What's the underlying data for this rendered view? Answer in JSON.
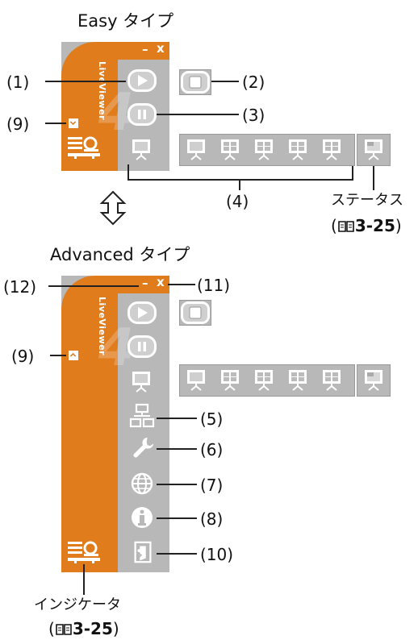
{
  "headings": {
    "easy": "Easy タイプ",
    "advanced": "Advanced タイプ"
  },
  "app": {
    "brand": "LiveViewer",
    "version_mark": "4",
    "minimize": "–",
    "close": "x"
  },
  "labels": {
    "l1": "(1)",
    "l2": "(2)",
    "l3": "(3)",
    "l4": "(4)",
    "l5": "(5)",
    "l6": "(6)",
    "l7": "(7)",
    "l8": "(8)",
    "l9a": "(9)",
    "l9b": "(9)",
    "l10": "(10)",
    "l11": "(11)",
    "l12": "(12)"
  },
  "notes": {
    "status": "ステータス",
    "status_ref": "(",
    "status_ref_page": "3-25",
    "status_ref_close": ")",
    "indicator": "インジケータ",
    "indicator_ref": "(",
    "indicator_ref_page": "3-25",
    "indicator_ref_close": ")"
  },
  "colors": {
    "accent": "#e07c1c",
    "panel": "#b8b8b8"
  }
}
